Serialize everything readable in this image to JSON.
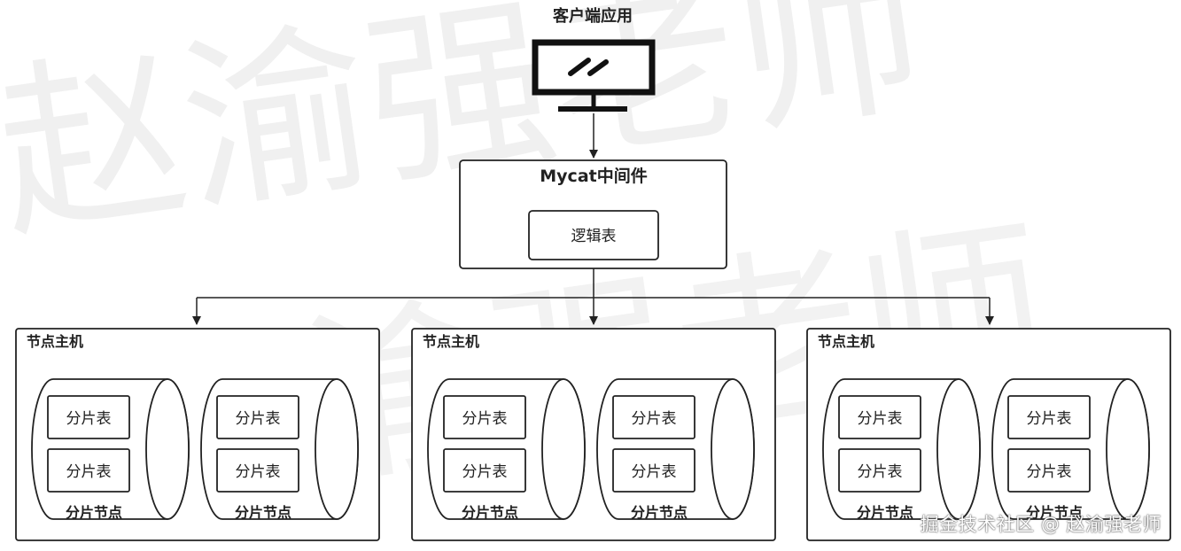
{
  "client": {
    "label": "客户端应用"
  },
  "middleware": {
    "title": "Mycat中间件",
    "logical_table": "逻辑表"
  },
  "hosts": [
    {
      "label": "节点主机",
      "nodes": [
        {
          "label": "分片节点",
          "tables": [
            "分片表",
            "分片表"
          ]
        },
        {
          "label": "分片节点",
          "tables": [
            "分片表",
            "分片表"
          ]
        }
      ]
    },
    {
      "label": "节点主机",
      "nodes": [
        {
          "label": "分片节点",
          "tables": [
            "分片表",
            "分片表"
          ]
        },
        {
          "label": "分片节点",
          "tables": [
            "分片表",
            "分片表"
          ]
        }
      ]
    },
    {
      "label": "节点主机",
      "nodes": [
        {
          "label": "分片节点",
          "tables": [
            "分片表",
            "分片表"
          ]
        },
        {
          "label": "分片节点",
          "tables": [
            "分片表",
            "分片表"
          ]
        }
      ]
    }
  ],
  "watermark": "掘金技术社区 @ 赵渝强老师",
  "background_watermark": "赵渝强老师",
  "colors": {
    "stroke": "#222222",
    "box_fill": "#ffffff",
    "watermark": "#e6e6e6"
  }
}
